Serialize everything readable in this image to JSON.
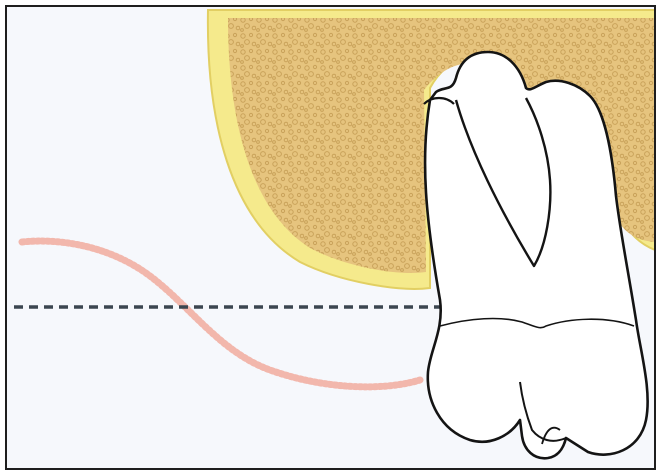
{
  "colors": {
    "background": "#f6f8fc",
    "frame": "#1e1e1e",
    "bone_fill": "#e6c47e",
    "bone_texture": "#c9a25a",
    "bone_rim": "#f5ea8c",
    "bone_rim_stroke": "#e2cf63",
    "tooth_fill": "#ffffff",
    "tooth_outline": "#141414",
    "dashed_line": "#3b4650",
    "mucosa_line": "#f2b7ac"
  },
  "icons": {
    "bone": "cancellous-bone-texture",
    "tooth": "molar-tooth-outline",
    "reference": "dashed-horizontal-reference-line",
    "gingiva": "dotted-gingival-contour"
  }
}
